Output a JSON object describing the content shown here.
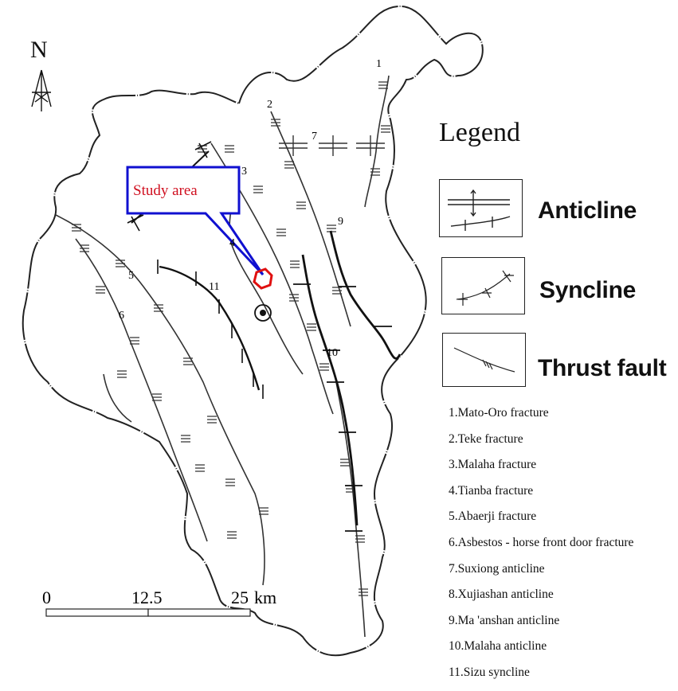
{
  "north": {
    "label": "N",
    "icon": "north-arrow-icon"
  },
  "study_area": {
    "label": "Study area",
    "label_color": "#d01020",
    "box_color": "#1010d0",
    "marker_color": "#e01010"
  },
  "legend": {
    "title": "Legend",
    "items": [
      {
        "label": "Anticline",
        "icon": "anticline-symbol-icon"
      },
      {
        "label": "Syncline",
        "icon": "syncline-symbol-icon"
      },
      {
        "label": "Thrust fault",
        "icon": "thrust-fault-symbol-icon"
      }
    ]
  },
  "notes": [
    "1.Mato-Oro fracture",
    "2.Teke fracture",
    "3.Malaha fracture",
    "4.Tianba fracture",
    "5.Abaerji fracture",
    "6.Asbestos - horse front door fracture",
    "7.Suxiong anticline",
    "8.Xujiashan anticline",
    "9.Ma 'anshan anticline",
    "10.Malaha anticline",
    "11.Sizu syncline"
  ],
  "map_labels": [
    "1",
    "2",
    "3",
    "4",
    "5",
    "6",
    "7",
    "9",
    "10",
    "11"
  ],
  "scale_bar": {
    "ticks": [
      "0",
      "12.5",
      "25"
    ],
    "unit": "km"
  }
}
